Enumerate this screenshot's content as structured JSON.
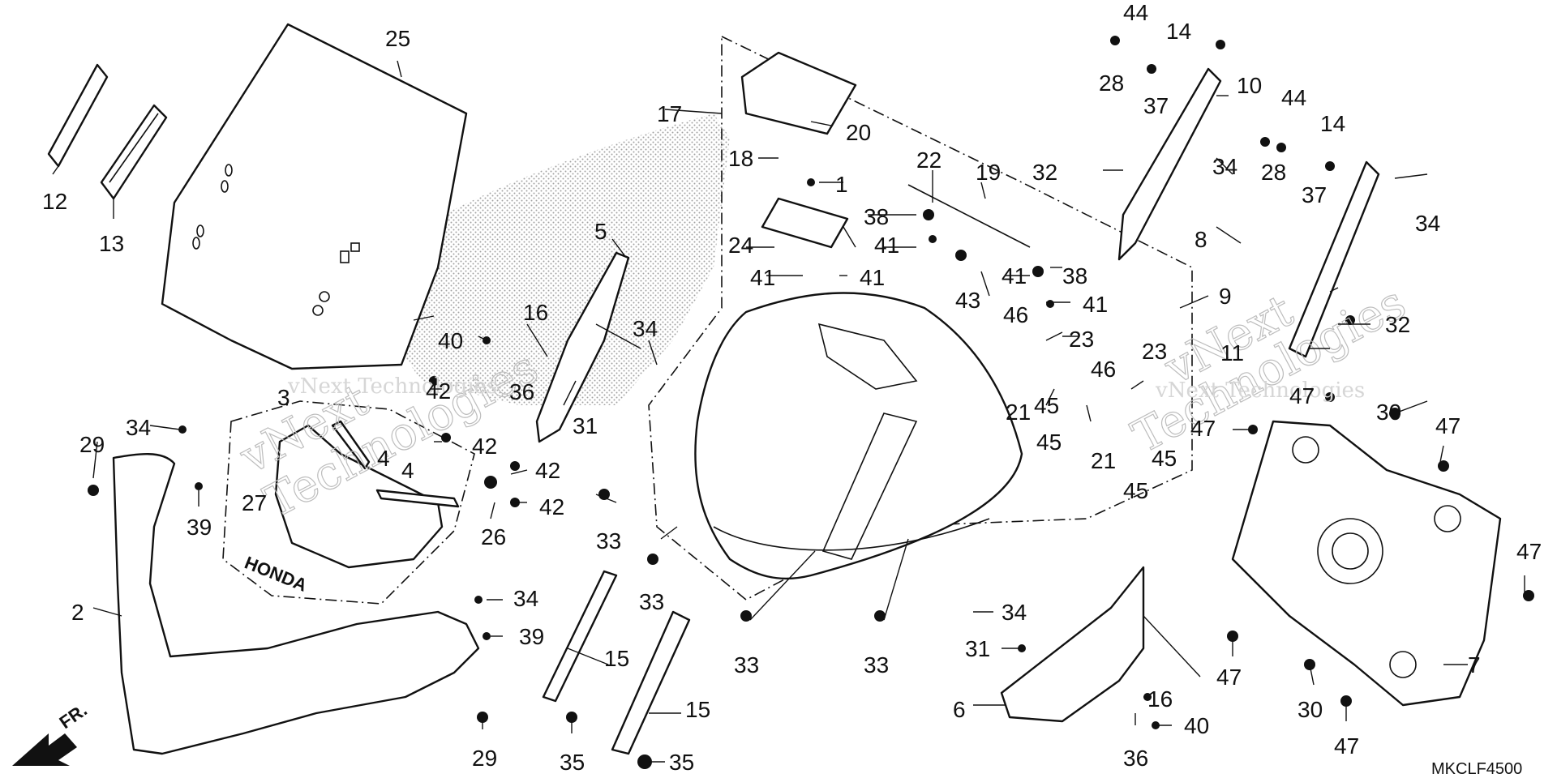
{
  "diagram": {
    "code": "MKCLF4500",
    "direction_label": "FR.",
    "watermark": {
      "line1": "vNext",
      "line2": "Technologies",
      "inline": "vNext Technologies"
    },
    "brand_emblem": "HONDA",
    "callouts": [
      "1",
      "2",
      "3",
      "4",
      "5",
      "6",
      "7",
      "8",
      "9",
      "10",
      "11",
      "12",
      "13",
      "14",
      "15",
      "16",
      "17",
      "18",
      "19",
      "20",
      "21",
      "22",
      "23",
      "24",
      "25",
      "26",
      "27",
      "28",
      "29",
      "30",
      "31",
      "32",
      "33",
      "34",
      "35",
      "36",
      "37",
      "38",
      "39",
      "40",
      "41",
      "42",
      "43",
      "44",
      "45",
      "46",
      "47"
    ]
  }
}
